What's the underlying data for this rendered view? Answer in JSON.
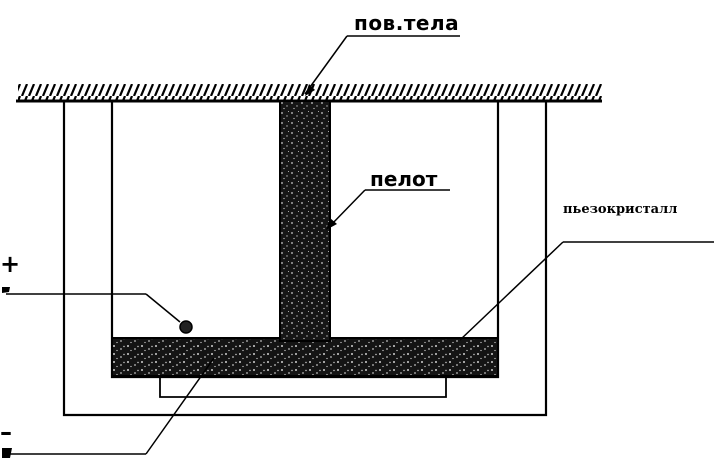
{
  "labels": {
    "body_surface": "пов.тела",
    "pelot": "пелот",
    "piezo": "пьезокристалл",
    "plus": "+",
    "minus": "–"
  },
  "colors": {
    "line": "#000000",
    "fill_dark": "#1a1a1a",
    "background": "#ffffff"
  }
}
